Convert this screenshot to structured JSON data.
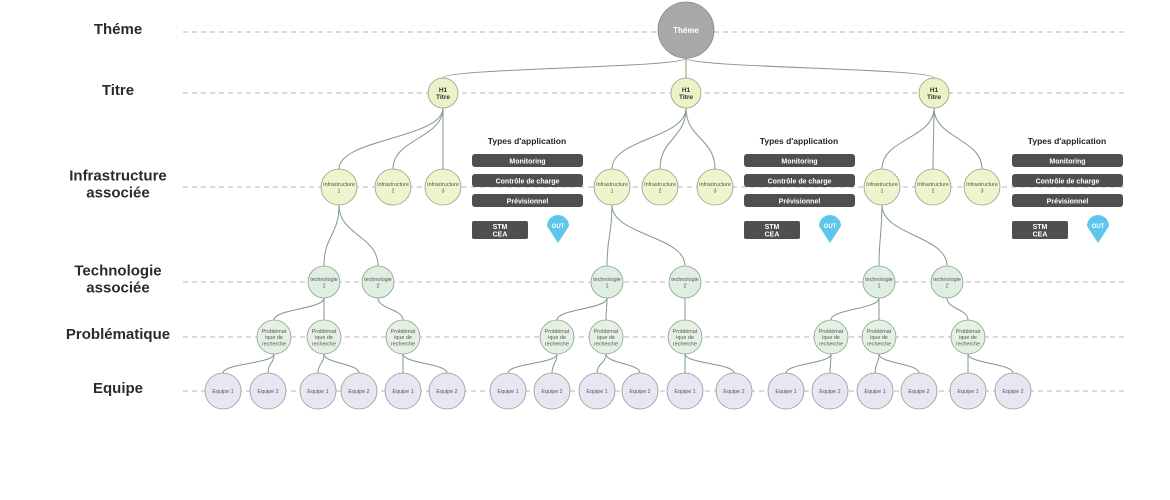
{
  "levels": [
    {
      "id": "theme",
      "lines": [
        "Théme"
      ]
    },
    {
      "id": "titre",
      "lines": [
        "Titre"
      ]
    },
    {
      "id": "infra",
      "lines": [
        "Infrastructure",
        "associée"
      ]
    },
    {
      "id": "techno",
      "lines": [
        "Technologie",
        "associée"
      ]
    },
    {
      "id": "probleme",
      "lines": [
        "Problématique"
      ]
    },
    {
      "id": "equipe",
      "lines": [
        "Equipe"
      ]
    }
  ],
  "theme": {
    "label": "Théme"
  },
  "branches": [
    {
      "title": [
        "H1",
        "Titre"
      ],
      "infras": [
        {
          "label": [
            "Infrastructure",
            "1"
          ],
          "technos": [
            {
              "label": [
                "technologie",
                "1"
              ],
              "problems": [
                {
                  "label": [
                    "Problémat",
                    "ique de",
                    "recherche"
                  ],
                  "teams": [
                    "Equipe 1",
                    "Equipe 2"
                  ]
                },
                {
                  "label": [
                    "Problémat",
                    "ique de",
                    "recherche"
                  ],
                  "teams": [
                    "Equipe 1",
                    "Equipe 2"
                  ]
                }
              ]
            },
            {
              "label": [
                "technologie",
                "2"
              ],
              "problems": [
                {
                  "label": [
                    "Problémat",
                    "ique de",
                    "recherche"
                  ],
                  "teams": [
                    "Equipe 1",
                    "Equipe 2"
                  ]
                }
              ]
            }
          ]
        },
        {
          "label": [
            "Infrastructure",
            "2"
          ],
          "technos": []
        },
        {
          "label": [
            "Infrastructure",
            "3"
          ],
          "technos": []
        }
      ],
      "panel": {
        "title": "Types d'application",
        "pills": [
          "Monitoring",
          "Contrôle de charge",
          "Prévisionnel"
        ],
        "tag": [
          "STM",
          "CEA"
        ],
        "marker": "OUT"
      }
    },
    {
      "title": [
        "H1",
        "Titre"
      ],
      "infras": [
        {
          "label": [
            "Infrastructure",
            "1"
          ],
          "technos": [
            {
              "label": [
                "technologie",
                "1"
              ],
              "problems": [
                {
                  "label": [
                    "Problémat",
                    "ique de",
                    "recherche"
                  ],
                  "teams": [
                    "Equipe 1",
                    "Equipe 2"
                  ]
                },
                {
                  "label": [
                    "Problémat",
                    "ique de",
                    "recherche"
                  ],
                  "teams": [
                    "Equipe 1",
                    "Equipe 2"
                  ]
                }
              ]
            },
            {
              "label": [
                "technologie",
                "2"
              ],
              "problems": [
                {
                  "label": [
                    "Problémat",
                    "ique de",
                    "recherche"
                  ],
                  "teams": [
                    "Equipe 1",
                    "Equipe 2"
                  ]
                }
              ]
            }
          ]
        },
        {
          "label": [
            "Infrastructure",
            "2"
          ],
          "technos": []
        },
        {
          "label": [
            "Infrastructure",
            "3"
          ],
          "technos": []
        }
      ],
      "panel": {
        "title": "Types d'application",
        "pills": [
          "Monitoring",
          "Contrôle de charge",
          "Prévisionnel"
        ],
        "tag": [
          "STM",
          "CEA"
        ],
        "marker": "OUT"
      }
    },
    {
      "title": [
        "H1",
        "Titre"
      ],
      "infras": [
        {
          "label": [
            "Infrastructure",
            "1"
          ],
          "technos": [
            {
              "label": [
                "technologie",
                "1"
              ],
              "problems": [
                {
                  "label": [
                    "Problémat",
                    "ique de",
                    "recherche"
                  ],
                  "teams": [
                    "Equipe 1",
                    "Equipe 2"
                  ]
                },
                {
                  "label": [
                    "Problémat",
                    "ique de",
                    "recherche"
                  ],
                  "teams": [
                    "Equipe 1",
                    "Equipe 2"
                  ]
                }
              ]
            },
            {
              "label": [
                "technologie",
                "2"
              ],
              "problems": [
                {
                  "label": [
                    "Problémat",
                    "ique de",
                    "recherche"
                  ],
                  "teams": [
                    "Equipe 1",
                    "Equipe 2"
                  ]
                }
              ]
            }
          ]
        },
        {
          "label": [
            "Infrastructure",
            "2"
          ],
          "technos": []
        },
        {
          "label": [
            "Infrastructure",
            "3"
          ],
          "technos": []
        }
      ],
      "panel": {
        "title": "Types d'application",
        "pills": [
          "Monitoring",
          "Contrôle de charge",
          "Prévisionnel"
        ],
        "tag": [
          "STM",
          "CEA"
        ],
        "marker": "OUT"
      }
    }
  ],
  "colors": {
    "theme_fill": "#a9a9a9",
    "titre_fill": "#eaf2c6",
    "infra_fill": "#eef4cc",
    "techno_fill": "#dfeee1",
    "probleme_fill": "#e3f0e2",
    "equipe_fill": "#e9e6f3",
    "edge": "#7f9a86",
    "pill_fill": "#4f4f4f",
    "marker_fill": "#5ec6ec"
  }
}
